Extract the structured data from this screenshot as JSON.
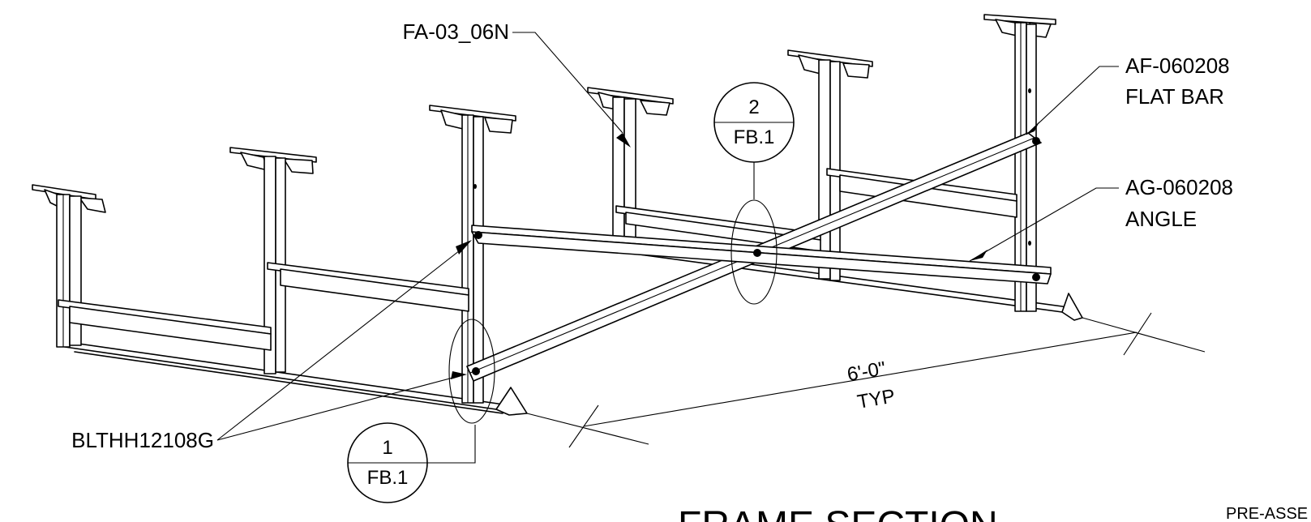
{
  "labels": {
    "part_fa": "FA-03_06N",
    "part_af_line1": "AF-060208",
    "part_af_line2": "FLAT BAR",
    "part_ag_line1": "AG-060208",
    "part_ag_line2": "ANGLE",
    "part_bolt": "BLTHH12108G",
    "dimension_value": "6'-0\"",
    "dimension_note": "TYP"
  },
  "callouts": [
    {
      "top": "1",
      "bottom": "FB.1"
    },
    {
      "top": "2",
      "bottom": "FB.1"
    }
  ],
  "footer": {
    "title": "FRAME SECTION",
    "corner_note": "PRE-ASSE"
  }
}
